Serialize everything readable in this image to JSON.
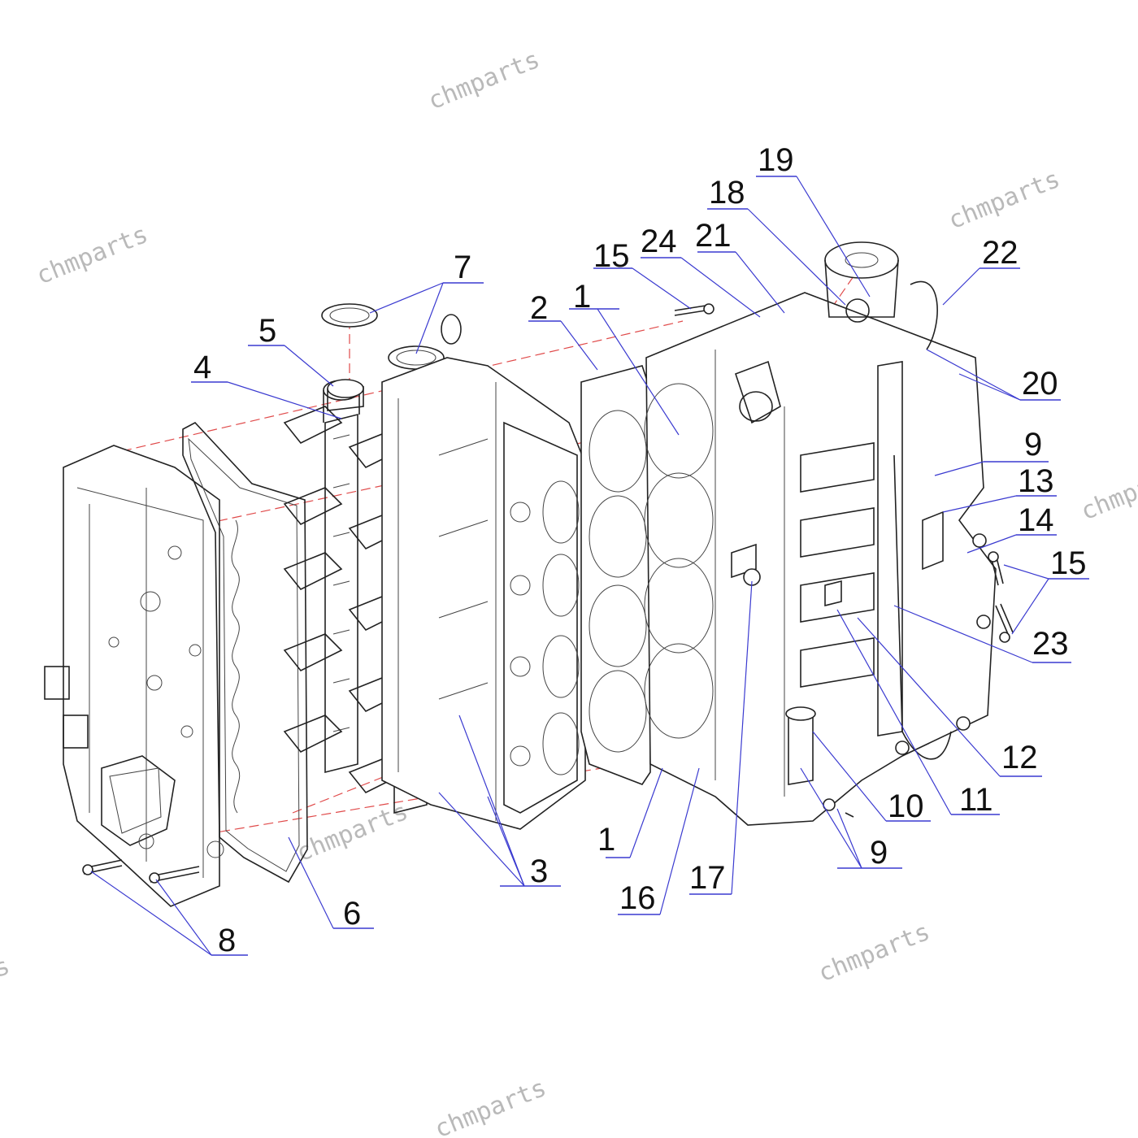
{
  "watermark": "chmparts",
  "colors": {
    "leader": "#3a3ad0",
    "axis_dash": "#e04a4a",
    "ink": "#222222"
  },
  "callouts": {
    "c1a": "1",
    "c1b": "1",
    "c2": "2",
    "c3": "3",
    "c4": "4",
    "c5": "5",
    "c6": "6",
    "c7": "7",
    "c8": "8",
    "c9a": "9",
    "c9b": "9",
    "c10": "10",
    "c11": "11",
    "c12": "12",
    "c13": "13",
    "c14": "14",
    "c15a": "15",
    "c15b": "15",
    "c16": "16",
    "c17": "17",
    "c18": "18",
    "c19": "19",
    "c20": "20",
    "c21": "21",
    "c22": "22",
    "c23": "23",
    "c24": "24"
  }
}
